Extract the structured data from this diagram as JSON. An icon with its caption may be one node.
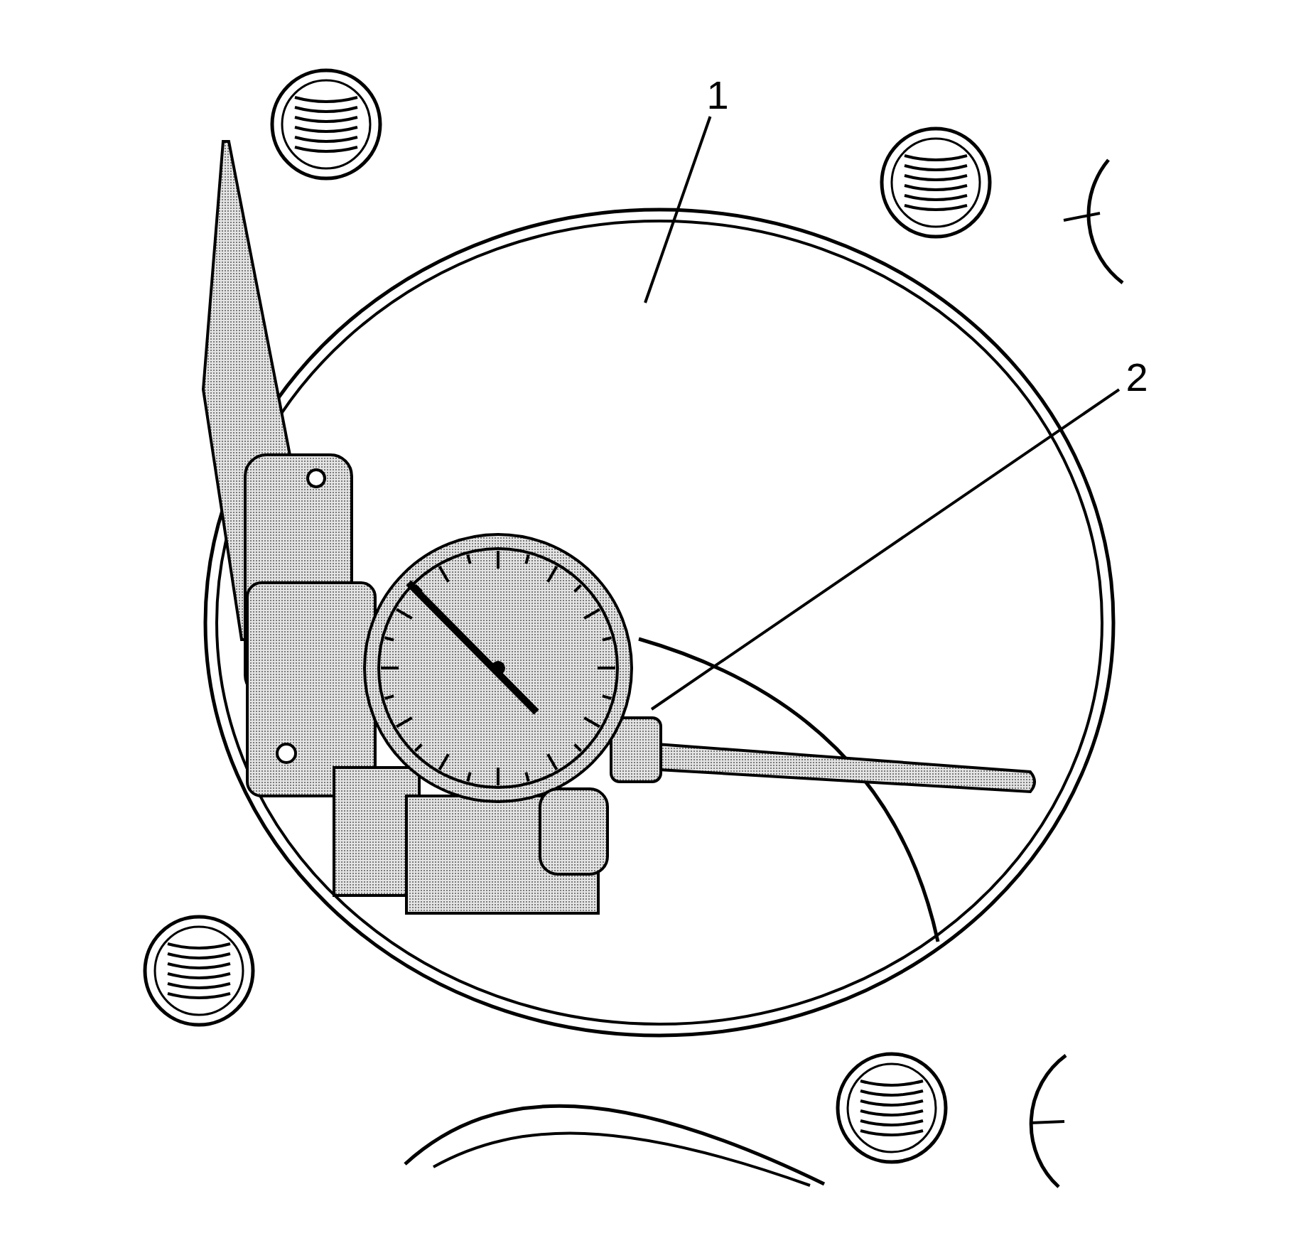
{
  "diagram": {
    "nodes": [
      {
        "text": [
          "1"
        ]
      },
      {
        "text": [
          "2"
        ]
      },
      {
        "text": [],
        "shape": "circle"
      },
      {
        "text": [],
        "shape": "picture"
      }
    ],
    "edges": [
      {
        "from": 0,
        "to": 2,
        "arrow": "none"
      },
      {
        "from": 1,
        "to": 3,
        "arrow": "none"
      }
    ]
  }
}
